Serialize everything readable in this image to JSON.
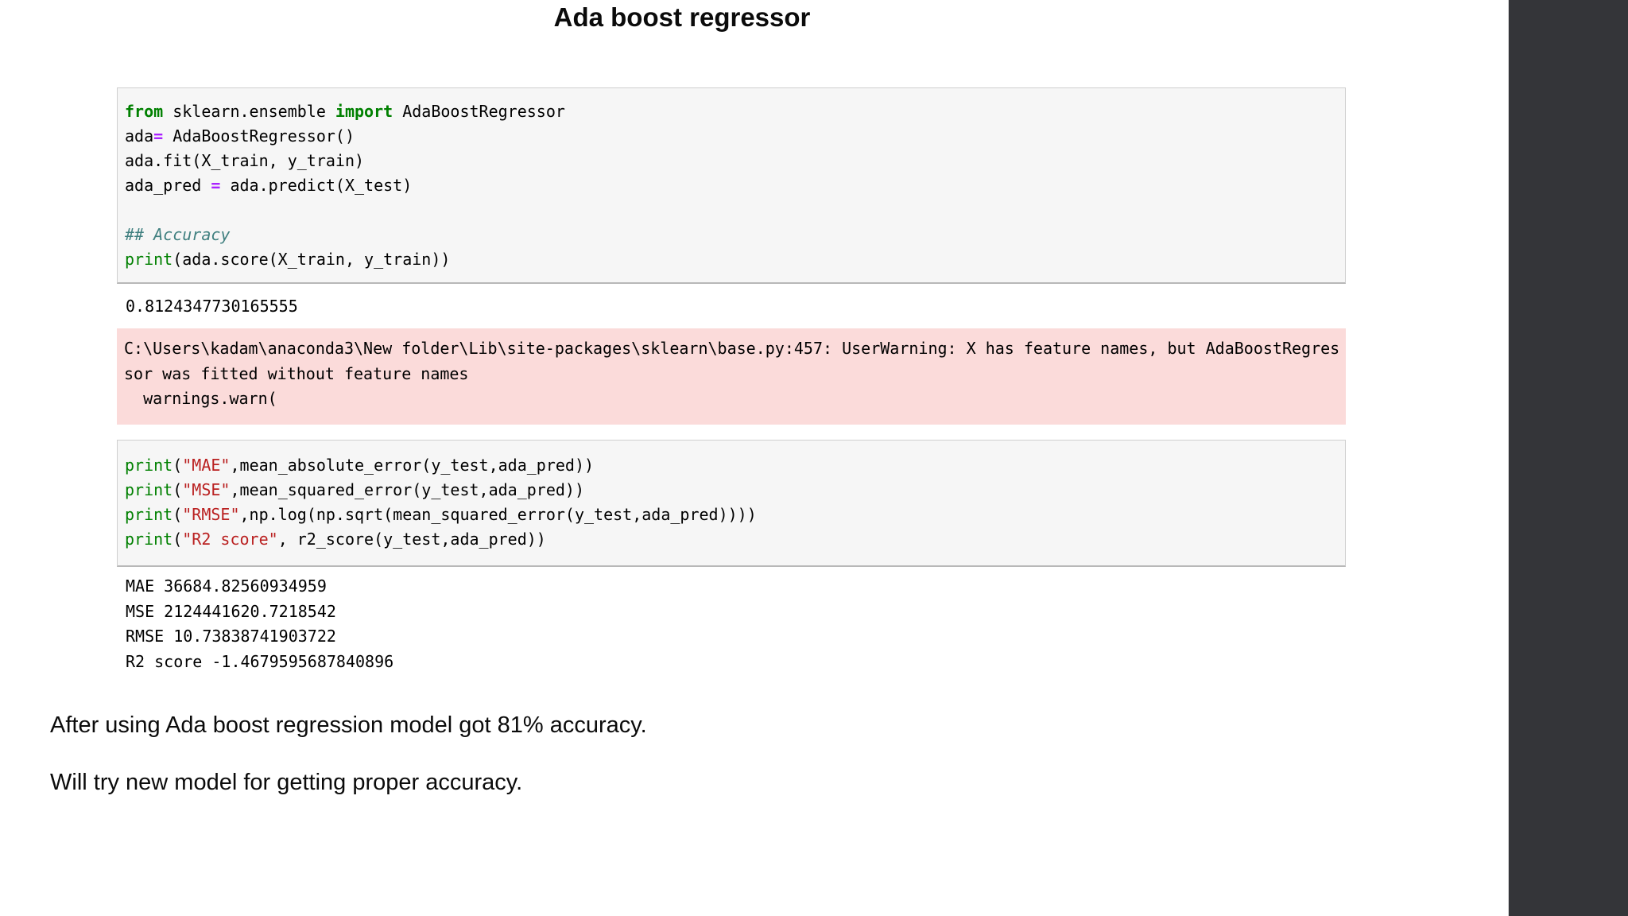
{
  "page": {
    "title": "Ada boost regressor",
    "background_color": "#ffffff",
    "side_panel_color": "#343539"
  },
  "colors": {
    "cell_background": "#f6f6f6",
    "cell_border": "#cfcfcf",
    "warning_background": "#fbdbda",
    "keyword_green": "#008000",
    "string_red": "#ba2121",
    "operator_purple": "#aa22ff",
    "comment_teal": "#408080",
    "text_black": "#000000"
  },
  "cells": {
    "cell1": {
      "lines": [
        [
          [
            "k",
            "from"
          ],
          [
            "p",
            " sklearn.ensemble "
          ],
          [
            "k",
            "import"
          ],
          [
            "p",
            " AdaBoostRegressor"
          ]
        ],
        [
          [
            "p",
            "ada"
          ],
          [
            "o",
            "="
          ],
          [
            "p",
            " AdaBoostRegressor()"
          ]
        ],
        [
          [
            "p",
            "ada.fit(X_train, y_train)"
          ]
        ],
        [
          [
            "p",
            "ada_pred "
          ],
          [
            "o",
            "="
          ],
          [
            "p",
            " ada.predict(X_test)"
          ]
        ],
        [],
        [
          [
            "c",
            "## Accuracy"
          ]
        ],
        [
          [
            "b",
            "print"
          ],
          [
            "p",
            "(ada.score(X_train, y_train))"
          ]
        ]
      ]
    },
    "out1": "0.8124347730165555",
    "warning": {
      "lines": [
        "C:\\Users\\kadam\\anaconda3\\New folder\\Lib\\site-packages\\sklearn\\base.py:457: UserWarning: X has feature names, but AdaBoostRegres",
        "sor was fitted without feature names",
        "  warnings.warn("
      ]
    },
    "cell2": {
      "lines": [
        [
          [
            "b",
            "print"
          ],
          [
            "p",
            "("
          ],
          [
            "s",
            "\"MAE\""
          ],
          [
            "p",
            ",mean_absolute_error(y_test,ada_pred))"
          ]
        ],
        [
          [
            "b",
            "print"
          ],
          [
            "p",
            "("
          ],
          [
            "s",
            "\"MSE\""
          ],
          [
            "p",
            ",mean_squared_error(y_test,ada_pred))"
          ]
        ],
        [
          [
            "b",
            "print"
          ],
          [
            "p",
            "("
          ],
          [
            "s",
            "\"RMSE\""
          ],
          [
            "p",
            ",np.log(np.sqrt(mean_squared_error(y_test,ada_pred))))"
          ]
        ],
        [
          [
            "b",
            "print"
          ],
          [
            "p",
            "("
          ],
          [
            "s",
            "\"R2 score\""
          ],
          [
            "p",
            ", r2_score(y_test,ada_pred))"
          ]
        ]
      ]
    },
    "out2": [
      "MAE 36684.82560934959",
      "MSE 2124441620.7218542",
      "RMSE 10.73838741903722",
      "R2 score -1.4679595687840896"
    ]
  },
  "notes": {
    "para1": "After using Ada boost regression model got 81% accuracy.",
    "para2": "Will try new model for getting proper accuracy."
  }
}
